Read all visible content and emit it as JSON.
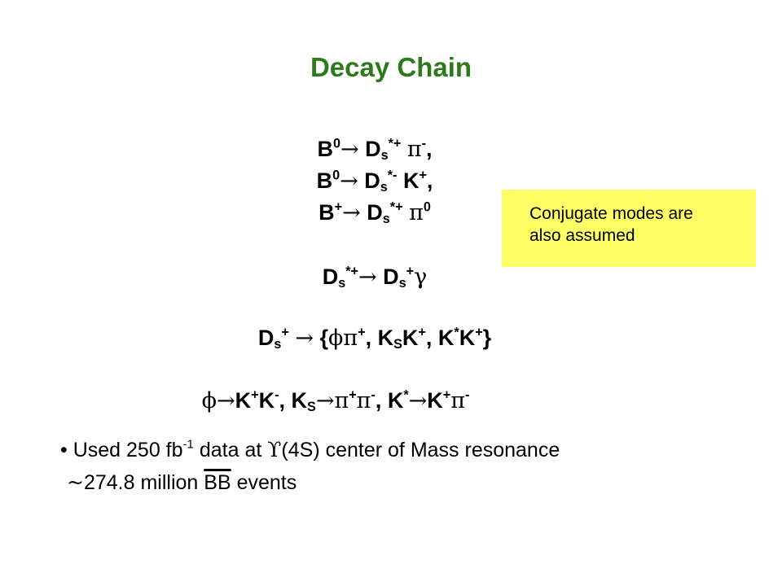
{
  "title": "Decay Chain",
  "note": {
    "line1": "Conjugate modes are",
    "line2": "also assumed"
  },
  "symbols": {
    "arrow": "→",
    "pi": "π",
    "phi": "ϕ",
    "gamma": "γ",
    "upsilon": "ϒ",
    "sim": "~",
    "bullet": "•"
  },
  "decays": {
    "line1": "B⁰→ Ds*+ π−,",
    "line2": "B⁰→ Ds*− K+,",
    "line3": "B+→ Ds*+ π⁰",
    "line4": "Ds*+→ Ds+γ",
    "line5": "Ds+ → {ϕπ+, KSK+, K*K+}",
    "line6": "ϕ→K+K−, KS→π+π−, K*→K+π−"
  },
  "bullets": {
    "line1": {
      "text_a": "Used 250 fb",
      "sup_a": "-1",
      "text_b": " data at ",
      "text_c": "(4S) center of Mass resonance"
    },
    "line2": {
      "text_a": "274.8 million ",
      "text_b": "BB",
      "text_c": " events"
    }
  }
}
